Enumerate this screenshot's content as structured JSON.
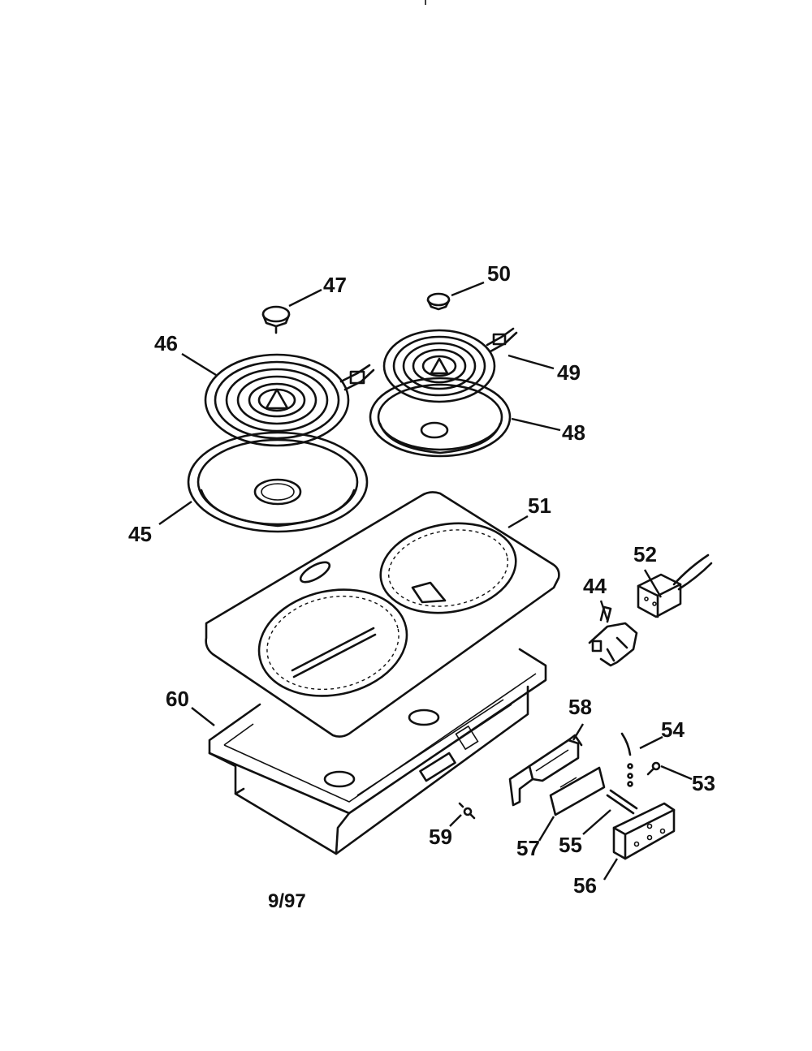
{
  "labels": {
    "p44": "44",
    "p45": "45",
    "p46": "46",
    "p47": "47",
    "p48": "48",
    "p49": "49",
    "p50": "50",
    "p51": "51",
    "p52": "52",
    "p53": "53",
    "p54": "54",
    "p55": "55",
    "p56": "56",
    "p57": "57",
    "p58": "58",
    "p59": "59",
    "p60": "60"
  },
  "date": "9/97"
}
